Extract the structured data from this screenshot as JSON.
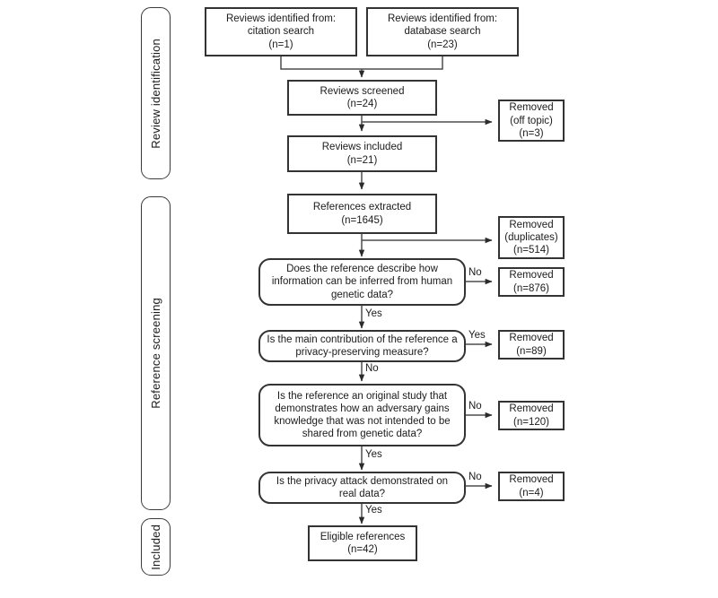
{
  "figure": {
    "type": "prisma-flow-diagram",
    "title": "",
    "colors": {
      "border": "#333333",
      "text": "#1b1b1b",
      "background": "#ffffff",
      "connector": "#4d4d4d"
    }
  },
  "stages": [
    {
      "id": "stage-review-identification",
      "label": "Review identification"
    },
    {
      "id": "stage-reference-screening",
      "label": "Reference screening"
    },
    {
      "id": "stage-included",
      "label": "Included"
    }
  ],
  "nodes": [
    {
      "id": "citation-search",
      "shape": "rect",
      "text": "Reviews identified from:\ncitation search\n(n=1)",
      "n": 1
    },
    {
      "id": "database-search",
      "shape": "rect",
      "text": "Reviews identified from:\ndatabase search\n(n=23)",
      "n": 23
    },
    {
      "id": "reviews-screened",
      "shape": "rect",
      "text": "Reviews screened\n(n=24)",
      "n": 24
    },
    {
      "id": "removed-off-topic",
      "shape": "rect",
      "text": "Removed\n(off topic)\n(n=3)",
      "n": 3
    },
    {
      "id": "reviews-included",
      "shape": "rect",
      "text": "Reviews included\n(n=21)",
      "n": 21
    },
    {
      "id": "references-extracted",
      "shape": "rect",
      "text": "References extracted\n(n=1645)",
      "n": 1645
    },
    {
      "id": "removed-duplicates",
      "shape": "rect",
      "text": "Removed\n(duplicates)\n(n=514)",
      "n": 514
    },
    {
      "id": "decision-inferred-info",
      "shape": "rounded",
      "text": "Does the reference describe how\ninformation can be inferred from human\ngenetic data?"
    },
    {
      "id": "removed-876",
      "shape": "rect",
      "text": "Removed\n(n=876)",
      "n": 876
    },
    {
      "id": "decision-privacy-preserving",
      "shape": "rounded",
      "text": "Is the main contribution of the reference a\nprivacy-preserving measure?"
    },
    {
      "id": "removed-89",
      "shape": "rect",
      "text": "Removed\n(n=89)",
      "n": 89
    },
    {
      "id": "decision-original-study",
      "shape": "rounded",
      "text": "Is the reference an original study that\ndemonstrates how an adversary gains\nknowledge that was not intended to be\nshared from genetic data?"
    },
    {
      "id": "removed-120",
      "shape": "rect",
      "text": "Removed\n(n=120)",
      "n": 120
    },
    {
      "id": "decision-real-data",
      "shape": "rounded",
      "text": "Is the privacy attack demonstrated on\nreal data?"
    },
    {
      "id": "removed-4",
      "shape": "rect",
      "text": "Removed\n(n=4)",
      "n": 4
    },
    {
      "id": "eligible-references",
      "shape": "rect",
      "text": "Eligible references\n(n=42)",
      "n": 42
    }
  ],
  "edge_labels": [
    {
      "id": "label-no-1",
      "text": "No"
    },
    {
      "id": "label-yes-1",
      "text": "Yes"
    },
    {
      "id": "label-yes-2",
      "text": "Yes"
    },
    {
      "id": "label-no-2",
      "text": "No"
    },
    {
      "id": "label-no-3",
      "text": "No"
    },
    {
      "id": "label-yes-3",
      "text": "Yes"
    },
    {
      "id": "label-no-4",
      "text": "No"
    },
    {
      "id": "label-yes-4",
      "text": "Yes"
    }
  ]
}
